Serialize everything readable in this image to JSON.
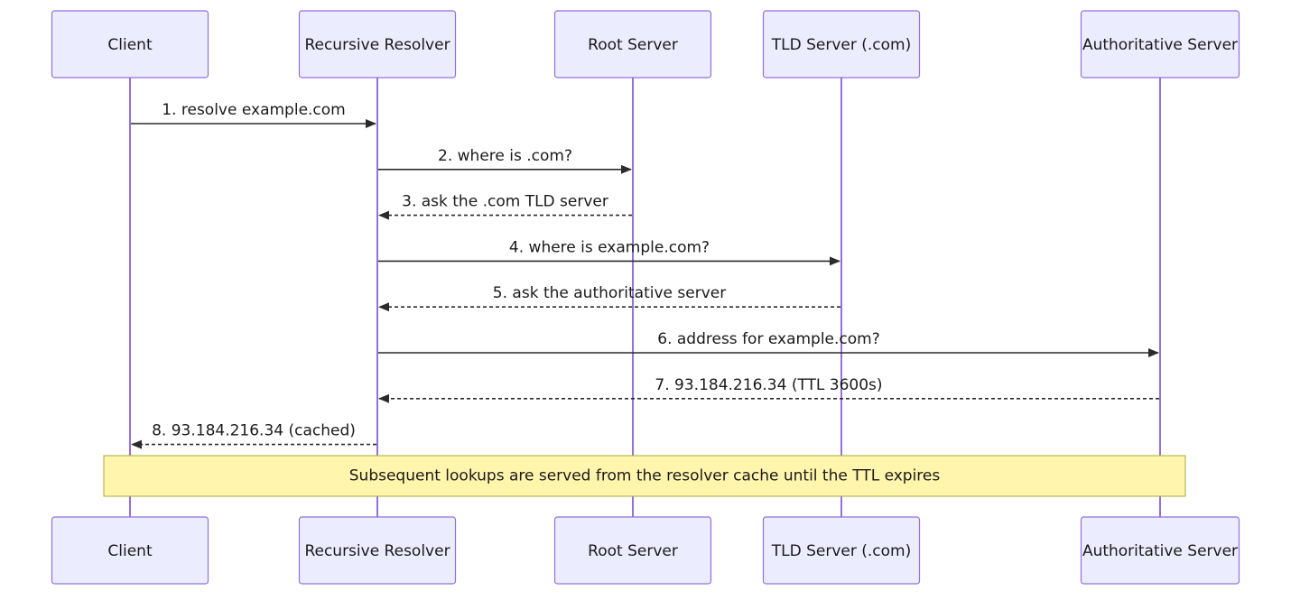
{
  "actors": [
    {
      "id": "client",
      "label": "Client"
    },
    {
      "id": "resolver",
      "label": "Recursive Resolver"
    },
    {
      "id": "root",
      "label": "Root Server"
    },
    {
      "id": "tld",
      "label": "TLD Server (.com)"
    },
    {
      "id": "auth",
      "label": "Authoritative Server"
    }
  ],
  "messages": [
    {
      "from": "client",
      "to": "resolver",
      "label": "1. resolve example.com",
      "style": "solid"
    },
    {
      "from": "resolver",
      "to": "root",
      "label": "2. where is .com?",
      "style": "solid"
    },
    {
      "from": "root",
      "to": "resolver",
      "label": "3. ask the .com TLD server",
      "style": "dashed"
    },
    {
      "from": "resolver",
      "to": "tld",
      "label": "4. where is example.com?",
      "style": "solid"
    },
    {
      "from": "tld",
      "to": "resolver",
      "label": "5. ask the authoritative server",
      "style": "dashed"
    },
    {
      "from": "resolver",
      "to": "auth",
      "label": "6. address for example.com?",
      "style": "solid"
    },
    {
      "from": "auth",
      "to": "resolver",
      "label": "7. 93.184.216.34 (TTL 3600s)",
      "style": "dashed"
    },
    {
      "from": "resolver",
      "to": "client",
      "label": "8. 93.184.216.34 (cached)",
      "style": "dashed"
    }
  ],
  "note": {
    "over": [
      "client",
      "auth"
    ],
    "text": "Subsequent lookups are served from the resolver cache until the TTL expires"
  },
  "colors": {
    "actor_fill": "#ececff",
    "actor_border": "#9370db",
    "lifeline": "#9370db",
    "message": "#2b2b2b",
    "note_fill": "#fff5ad",
    "note_border": "#aaaa33"
  }
}
